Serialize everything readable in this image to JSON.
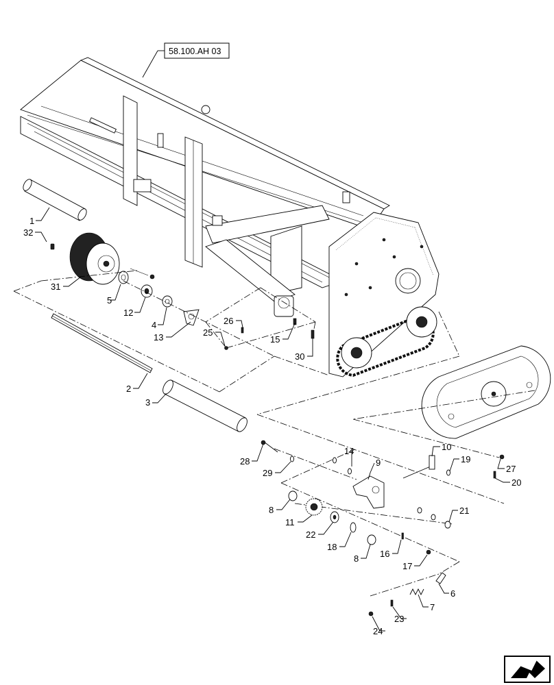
{
  "reference_label": "58.100.AH 03",
  "callouts": [
    "1",
    "2",
    "3",
    "4",
    "5",
    "6",
    "7",
    "8",
    "8",
    "9",
    "10",
    "11",
    "12",
    "13",
    "14",
    "15",
    "16",
    "17",
    "18",
    "19",
    "20",
    "21",
    "22",
    "23",
    "24",
    "25",
    "26",
    "27",
    "28",
    "29",
    "30",
    "31",
    "32"
  ],
  "nav_icon": "next-page-arrow-icon"
}
